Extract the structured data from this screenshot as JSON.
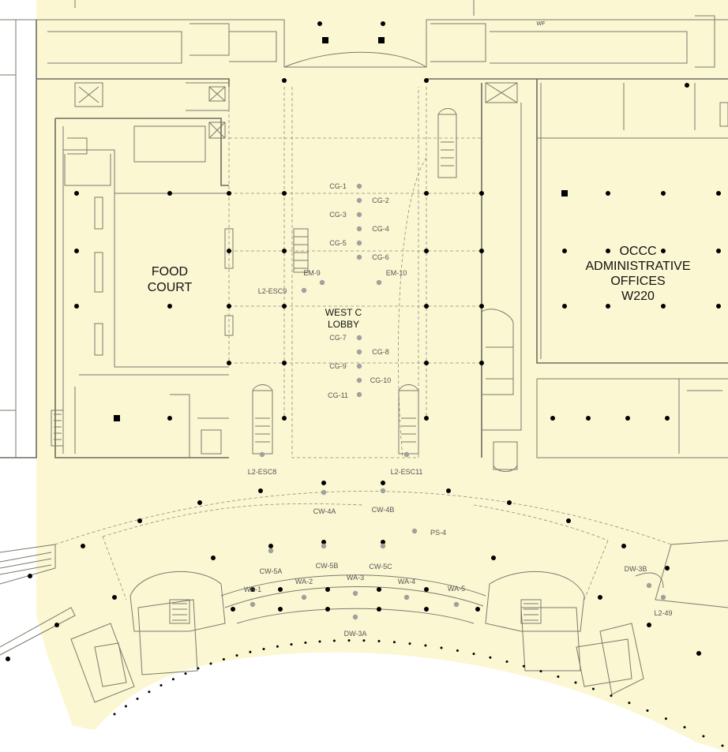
{
  "map": {
    "colors": {
      "floor": "#fbf7d2",
      "walls": "#7a7a6e",
      "columns": "#000000",
      "markers": "#a0a0a0"
    },
    "rooms": {
      "food_court": [
        "FOOD",
        "COURT"
      ],
      "admin_offices": [
        "OCCC",
        "ADMINISTRATIVE",
        "OFFICES",
        "W220"
      ],
      "lobby": [
        "WEST C",
        "LOBBY"
      ]
    },
    "small_text": {
      "wf": "WF"
    },
    "markers": [
      {
        "label": "CG-1",
        "id": "cg1"
      },
      {
        "label": "CG-2",
        "id": "cg2"
      },
      {
        "label": "CG-3",
        "id": "cg3"
      },
      {
        "label": "CG-4",
        "id": "cg4"
      },
      {
        "label": "CG-5",
        "id": "cg5"
      },
      {
        "label": "CG-6",
        "id": "cg6"
      },
      {
        "label": "EM-9",
        "id": "em9"
      },
      {
        "label": "EM-10",
        "id": "em10"
      },
      {
        "label": "L2-ESC9",
        "id": "esc9"
      },
      {
        "label": "CG-7",
        "id": "cg7"
      },
      {
        "label": "CG-8",
        "id": "cg8"
      },
      {
        "label": "CG-9",
        "id": "cg9"
      },
      {
        "label": "CG-10",
        "id": "cg10"
      },
      {
        "label": "CG-11",
        "id": "cg11"
      },
      {
        "label": "L2-ESC8",
        "id": "esc8"
      },
      {
        "label": "L2-ESC11",
        "id": "esc11"
      },
      {
        "label": "CW-4A",
        "id": "cw4a"
      },
      {
        "label": "CW-4B",
        "id": "cw4b"
      },
      {
        "label": "PS-4",
        "id": "ps4"
      },
      {
        "label": "CW-5A",
        "id": "cw5a"
      },
      {
        "label": "CW-5B",
        "id": "cw5b"
      },
      {
        "label": "CW-5C",
        "id": "cw5c"
      },
      {
        "label": "WA-1",
        "id": "wa1"
      },
      {
        "label": "WA-2",
        "id": "wa2"
      },
      {
        "label": "WA-3",
        "id": "wa3"
      },
      {
        "label": "WA-4",
        "id": "wa4"
      },
      {
        "label": "WA-5",
        "id": "wa5"
      },
      {
        "label": "DW-3A",
        "id": "dw3a"
      },
      {
        "label": "DW-3B",
        "id": "dw3b"
      },
      {
        "label": "L2-49",
        "id": "l249"
      }
    ]
  }
}
